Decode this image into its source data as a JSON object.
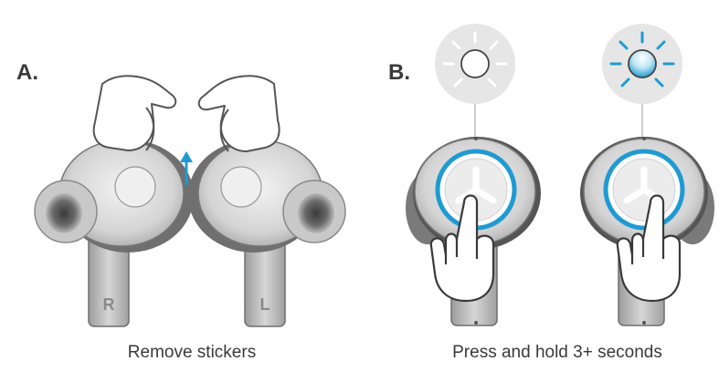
{
  "panels": [
    {
      "label": "A.",
      "caption": "Remove stickers"
    },
    {
      "label": "B.",
      "caption": "Press and hold 3+ seconds"
    }
  ],
  "earbud_letters": {
    "right": "R",
    "left": "L"
  },
  "colors": {
    "accent": "#1f9bd1",
    "outline": "#555555",
    "body_light": "#dcdcdc",
    "body_mid": "#b9b9b9",
    "body_dark": "#8c8c8c",
    "light_bg": "#e6e6e6"
  },
  "icons": [
    "hand-pinch-icon",
    "arrow-up-icon",
    "hand-press-icon",
    "led-off-icon",
    "led-on-icon"
  ]
}
